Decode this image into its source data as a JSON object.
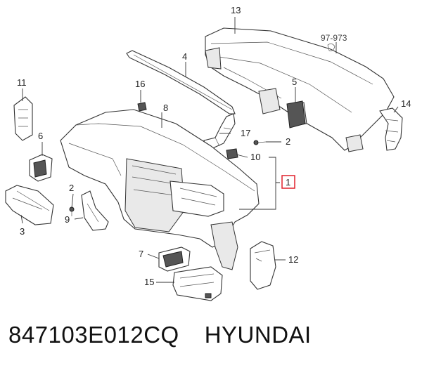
{
  "callouts": {
    "c1": "1",
    "c2a": "2",
    "c2b": "2",
    "c3": "3",
    "c4": "4",
    "c5": "5",
    "c6": "6",
    "c7": "7",
    "c8": "8",
    "c9": "9",
    "c10": "10",
    "c11": "11",
    "c12": "12",
    "c13": "13",
    "c14": "14",
    "c15": "15",
    "c16": "16",
    "c17": "17"
  },
  "reference": "97-973",
  "highlight_color": "#e0212b",
  "caption": {
    "part_number": "847103E012CQ",
    "brand": "HYUNDAI"
  }
}
